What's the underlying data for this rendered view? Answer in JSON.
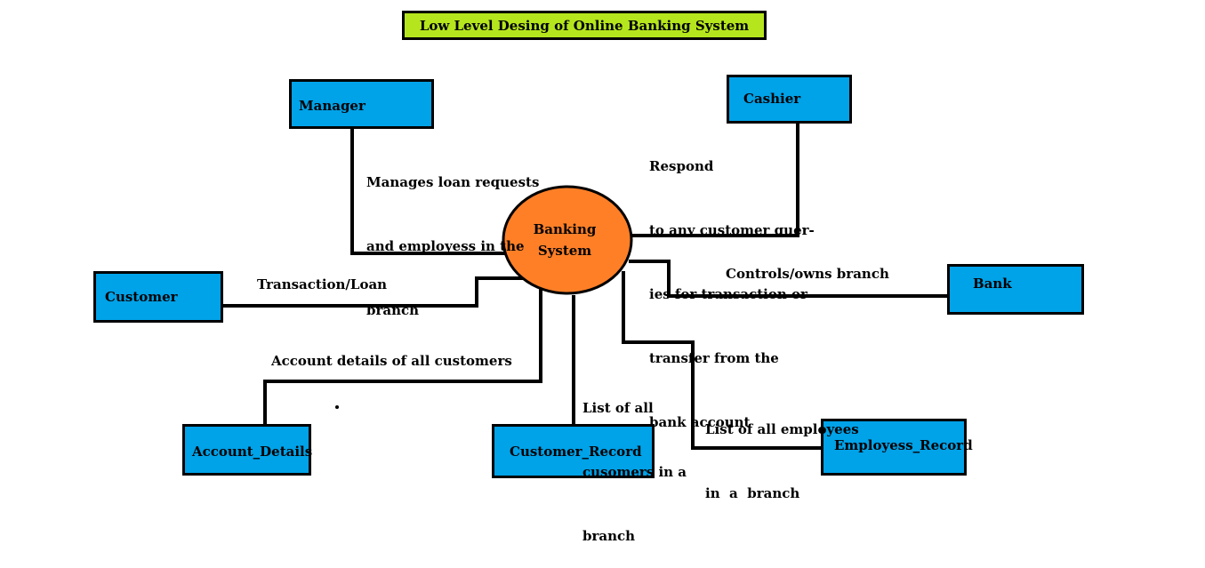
{
  "title": "Low Level Desing of Online Banking System",
  "center": {
    "label_line1": "Banking",
    "label_line2": "System"
  },
  "entities": {
    "manager": "Manager",
    "cashier": "Cashier",
    "customer": "Customer",
    "bank": "Bank",
    "account_details": "Account_Details",
    "customer_record": "Customer_Record",
    "employess_record": "Employess_Record"
  },
  "relations": {
    "manager_l1": "Manages loan requests",
    "manager_l2": "and employess in the",
    "manager_l3": "branch",
    "cashier_l1": "Respond",
    "cashier_l2": "to any customer quer-",
    "cashier_l3": "ies for transaction or",
    "cashier_l4": "transfer from the",
    "cashier_l5": "bank account",
    "customer": "Transaction/Loan",
    "bank": "Controls/owns branch",
    "account": "Account details of all customers",
    "custrec_l1": "List of all",
    "custrec_l2": "cusomers in a",
    "custrec_l3": "branch",
    "emprec_l1": "List of all employees",
    "emprec_l2": "in  a  branch"
  },
  "colors": {
    "title_bg": "#b5e61d",
    "entity_bg": "#00a2e8",
    "center_bg": "#ff7f27",
    "line": "#000000"
  }
}
